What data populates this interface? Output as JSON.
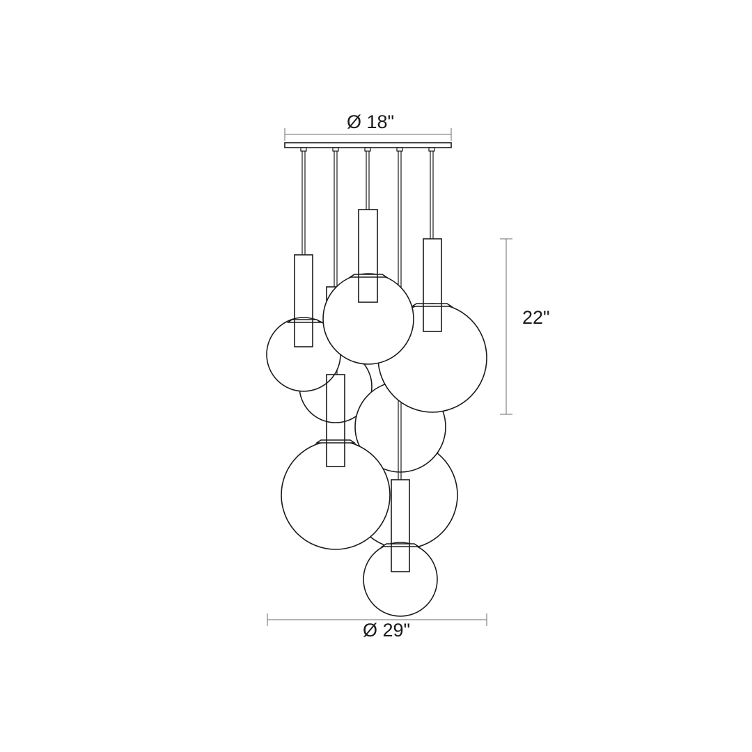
{
  "dimensions": {
    "canopy_diameter": "Ø 18\"",
    "overall_diameter": "Ø 29\"",
    "height": "22\""
  },
  "colors": {
    "line": "#1a1a1a",
    "dimension_line": "#6b6b6b",
    "background": "#ffffff"
  }
}
